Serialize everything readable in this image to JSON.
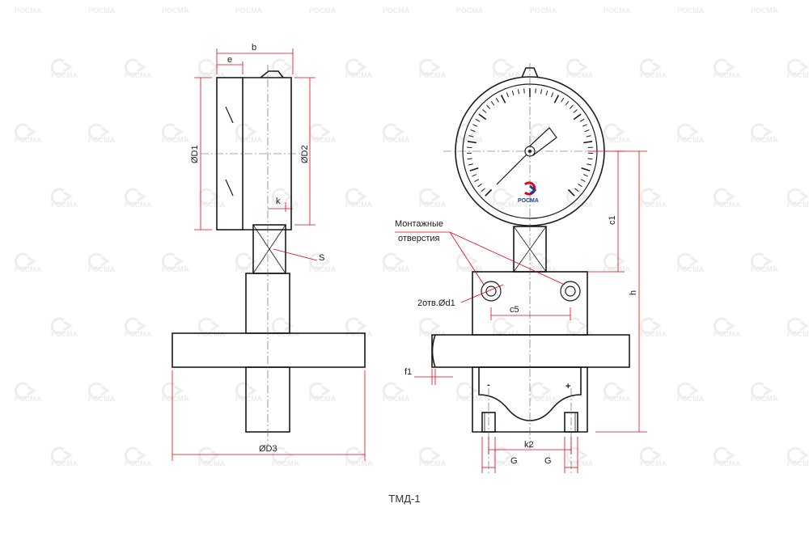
{
  "watermark": {
    "brand": "РОСМА"
  },
  "gauge": {
    "logo_text": "РОСМА"
  },
  "labels": {
    "b": "b",
    "e": "e",
    "k": "k",
    "D1": "ØD1",
    "D2": "ØD2",
    "S": "S",
    "D3": "ØD3",
    "mount_holes_line1": "Монтажные",
    "mount_holes_line2": "отверстия",
    "holes_d1": "2отв.Ød1",
    "c5": "c5",
    "c1": "c1",
    "h": "h",
    "f1": "f1",
    "k2": "k2",
    "G_left": "G",
    "G_right": "G",
    "minus": "-",
    "plus": "+"
  },
  "caption": "ТМД-1",
  "colors": {
    "dimension_lines": "#e30613",
    "outline": "#1a1a1a",
    "logo_red": "#e30613",
    "logo_blue": "#1d3f8f"
  }
}
